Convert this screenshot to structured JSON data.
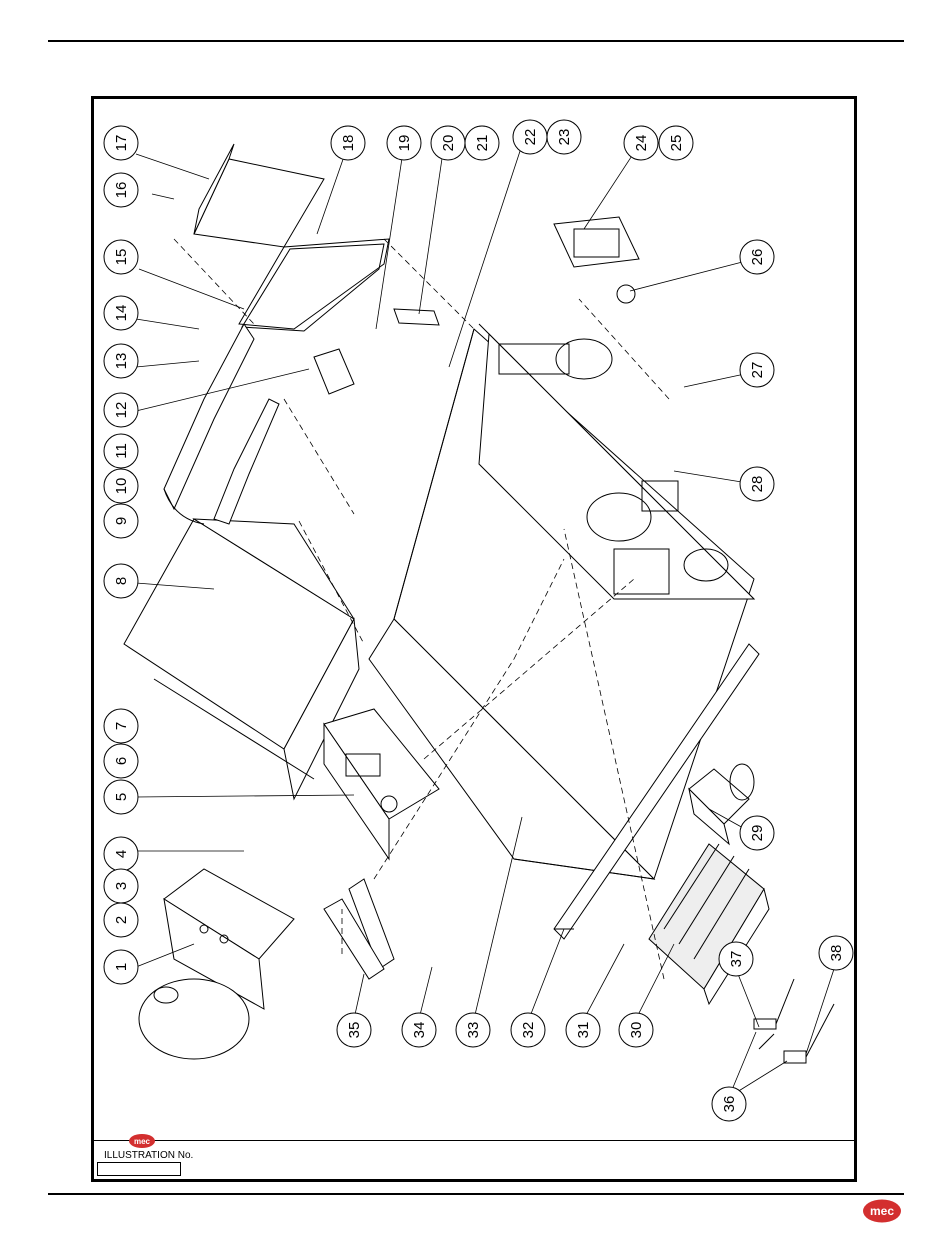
{
  "illustration_label": "ILLUSTRATION No.",
  "illustration_number": "",
  "logo_text": "mec",
  "callouts": [
    "1",
    "2",
    "3",
    "4",
    "5",
    "6",
    "7",
    "8",
    "9",
    "10",
    "11",
    "12",
    "13",
    "14",
    "15",
    "16",
    "17",
    "18",
    "19",
    "20",
    "21",
    "22",
    "23",
    "24",
    "25",
    "26",
    "27",
    "28",
    "29",
    "30",
    "31",
    "32",
    "33",
    "34",
    "35",
    "36",
    "37",
    "38"
  ],
  "colors": {
    "ink": "#000000",
    "logo": "#d32f2f",
    "paper": "#ffffff"
  }
}
